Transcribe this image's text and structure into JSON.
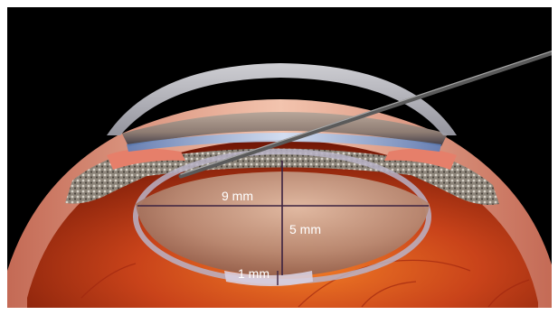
{
  "measurements": {
    "width": "9 mm",
    "depth": "5 mm",
    "thickness": "1 mm"
  },
  "colors": {
    "background": "#000000",
    "frame": "#ffffff",
    "fundus_center": "#e8671f",
    "fundus_edge": "#6e1505",
    "sclera": "#f1b8a0",
    "cornea": "#c9c9cf",
    "lens": "#c39782",
    "probe": "#6b6b6b",
    "measure_line": "#3b2240"
  }
}
